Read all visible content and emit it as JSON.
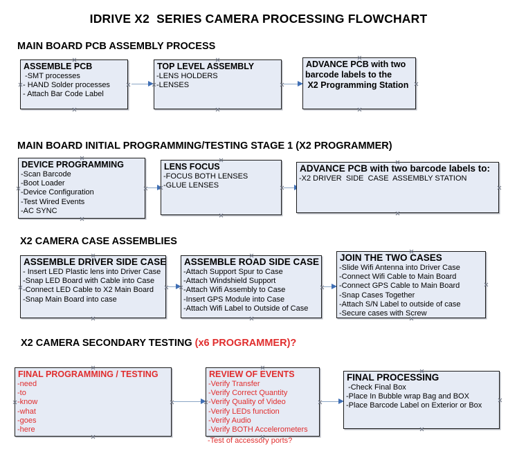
{
  "title": "IDRIVE X2  SERIES CAMERA PROCESSING FLOWCHART",
  "sections": [
    {
      "heading": "MAIN BOARD PCB ASSEMBLY PROCESS",
      "heading_accent": "",
      "boxes": [
        {
          "title": "ASSEMBLE PCB",
          "lines": [
            " -SMT processes",
            "- HAND Solder processes",
            "- Attach Bar Code Label"
          ]
        },
        {
          "title": "TOP LEVEL ASSEMBLY",
          "lines": [
            "-LENS HOLDERS",
            "-LENSES"
          ]
        },
        {
          "title": "ADVANCE PCB with two",
          "lines": [
            "barcode labels to the",
            " X2 Programming Station"
          ]
        }
      ]
    },
    {
      "heading": "MAIN BOARD INITIAL PROGRAMMING/TESTING STAGE 1 (X2 PROGRAMMER)",
      "heading_accent": "",
      "boxes": [
        {
          "title": "DEVICE PROGRAMMING",
          "lines": [
            "-Scan Barcode",
            "-Boot Loader",
            "-Device Configuration",
            "-Test Wired Events",
            "-AC SYNC"
          ]
        },
        {
          "title": "LENS FOCUS",
          "lines": [
            "-FOCUS BOTH LENSES",
            "-GLUE LENSES"
          ]
        },
        {
          "title": "ADVANCE PCB with two barcode labels to:",
          "lines": [
            "-X2 DRIVER  SIDE  CASE  ASSEMBLY STATION"
          ]
        }
      ]
    },
    {
      "heading": "X2 CAMERA CASE ASSEMBLIES",
      "heading_accent": "",
      "boxes": [
        {
          "title": "ASSEMBLE DRIVER SIDE CASE",
          "lines": [
            "- Insert LED Plastic lens into Driver Case",
            "-Snap LED Board with Cable into Case",
            "-Connect LED Cable to X2 Main Board",
            "-Snap Main Board into case"
          ]
        },
        {
          "title": "ASSEMBLE ROAD SIDE CASE",
          "lines": [
            "-Attach Support Spur to Case",
            "-Attach Windshield Support",
            "-Attach Wifi Assembly to Case",
            "-Insert GPS Module into Case",
            "-Attach Wifi Label to Outside of Case"
          ]
        },
        {
          "title": "JOIN THE TWO CASES",
          "lines": [
            "-Slide Wifi Antenna into Driver Case",
            "-Connect Wifi Cable to Main Board",
            "-Connect GPS Cable to Main Board",
            "-Snap Cases Together",
            "-Attach S/N Label to outside of case",
            "-Secure cases with Screw"
          ]
        }
      ]
    },
    {
      "heading": "X2 CAMERA SECONDARY TESTING ",
      "heading_accent": "(x6 PROGRAMMER)?",
      "boxes": [
        {
          "title": "FINAL PROGRAMMING / TESTING",
          "lines": [
            "-need",
            "-to",
            "-know",
            "-what",
            "-goes",
            "-here"
          ]
        },
        {
          "title": "REVIEW OF EVENTS",
          "lines": [
            "-Verify Transfer",
            "-Verify Correct Quantity",
            "-Verify Quality of Video",
            "-Verify LEDs function",
            "-Verify Audio",
            "-Verify BOTH Accelerometers"
          ],
          "overflow_line": "-Test of accessory ports?"
        },
        {
          "title": "FINAL PROCESSING",
          "lines": [
            " -Check Final Box",
            "-Place In Bubble wrap Bag and BOX",
            "-Place Barcode Label on Exterior or Box"
          ]
        }
      ]
    }
  ],
  "colors": {
    "box_fill": "#e6ebf5",
    "box_border": "#1a1a1a",
    "arrow_shaft": "#8ba5c4",
    "arrow_head": "#3f6fb5",
    "accent_red": "#e02d2d",
    "text": "#000000"
  }
}
